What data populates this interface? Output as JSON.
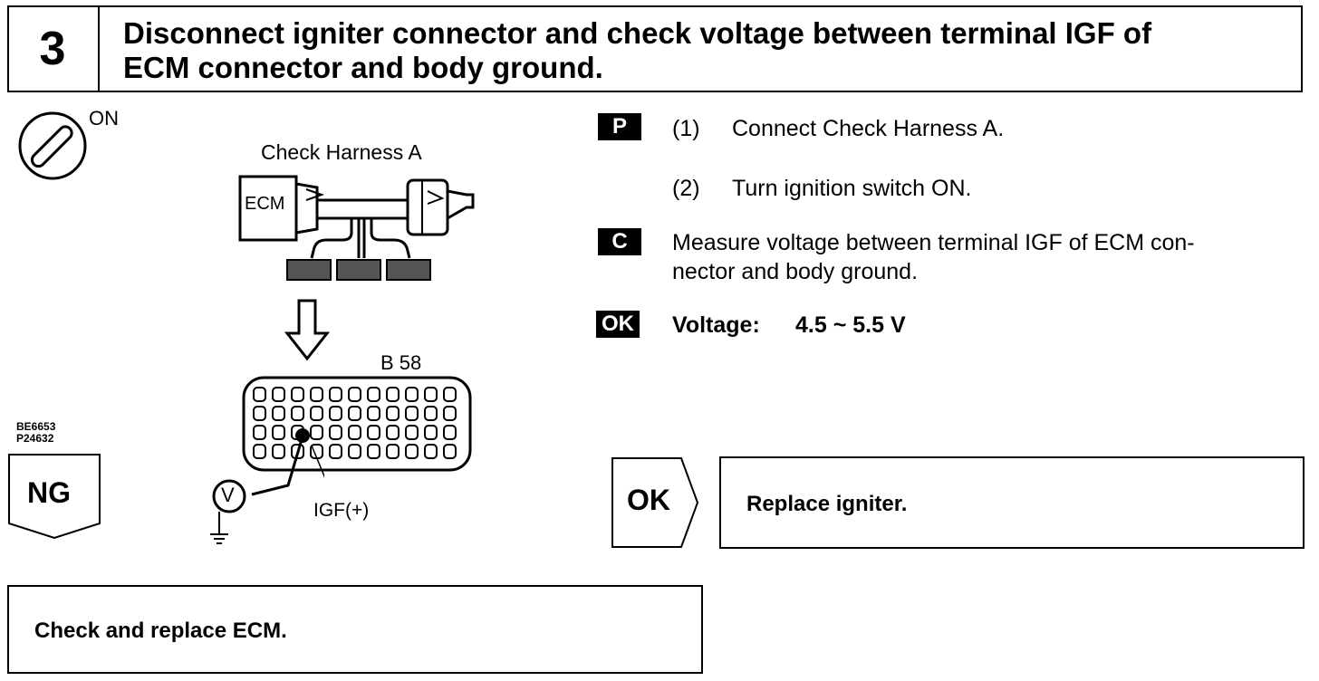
{
  "step": {
    "number": "3",
    "title_line1": "Disconnect igniter connector and check voltage between terminal IGF of",
    "title_line2": "ECM connector and body ground."
  },
  "illustration": {
    "switch_label": "ON",
    "harness_label": "Check Harness A",
    "ecm_label": "ECM",
    "connector_label": "B 58",
    "terminal_label": "IGF(+)",
    "meter_symbol": "V",
    "code_line1": "BE6653",
    "code_line2": "P24632"
  },
  "procedure": {
    "p_tag": "P",
    "step1_num": "(1)",
    "step1_text": "Connect Check Harness A.",
    "step2_num": "(2)",
    "step2_text": "Turn ignition switch ON.",
    "c_tag": "C",
    "c_line1": "Measure voltage between terminal IGF of ECM con-",
    "c_line2": "nector and body ground.",
    "ok_tag": "OK",
    "ok_label": "Voltage:",
    "ok_value": "4.5 ~ 5.5 V"
  },
  "results": {
    "ng_label": "NG",
    "ng_action": "Check and replace ECM.",
    "ok_label": "OK",
    "ok_action": "Replace igniter."
  }
}
